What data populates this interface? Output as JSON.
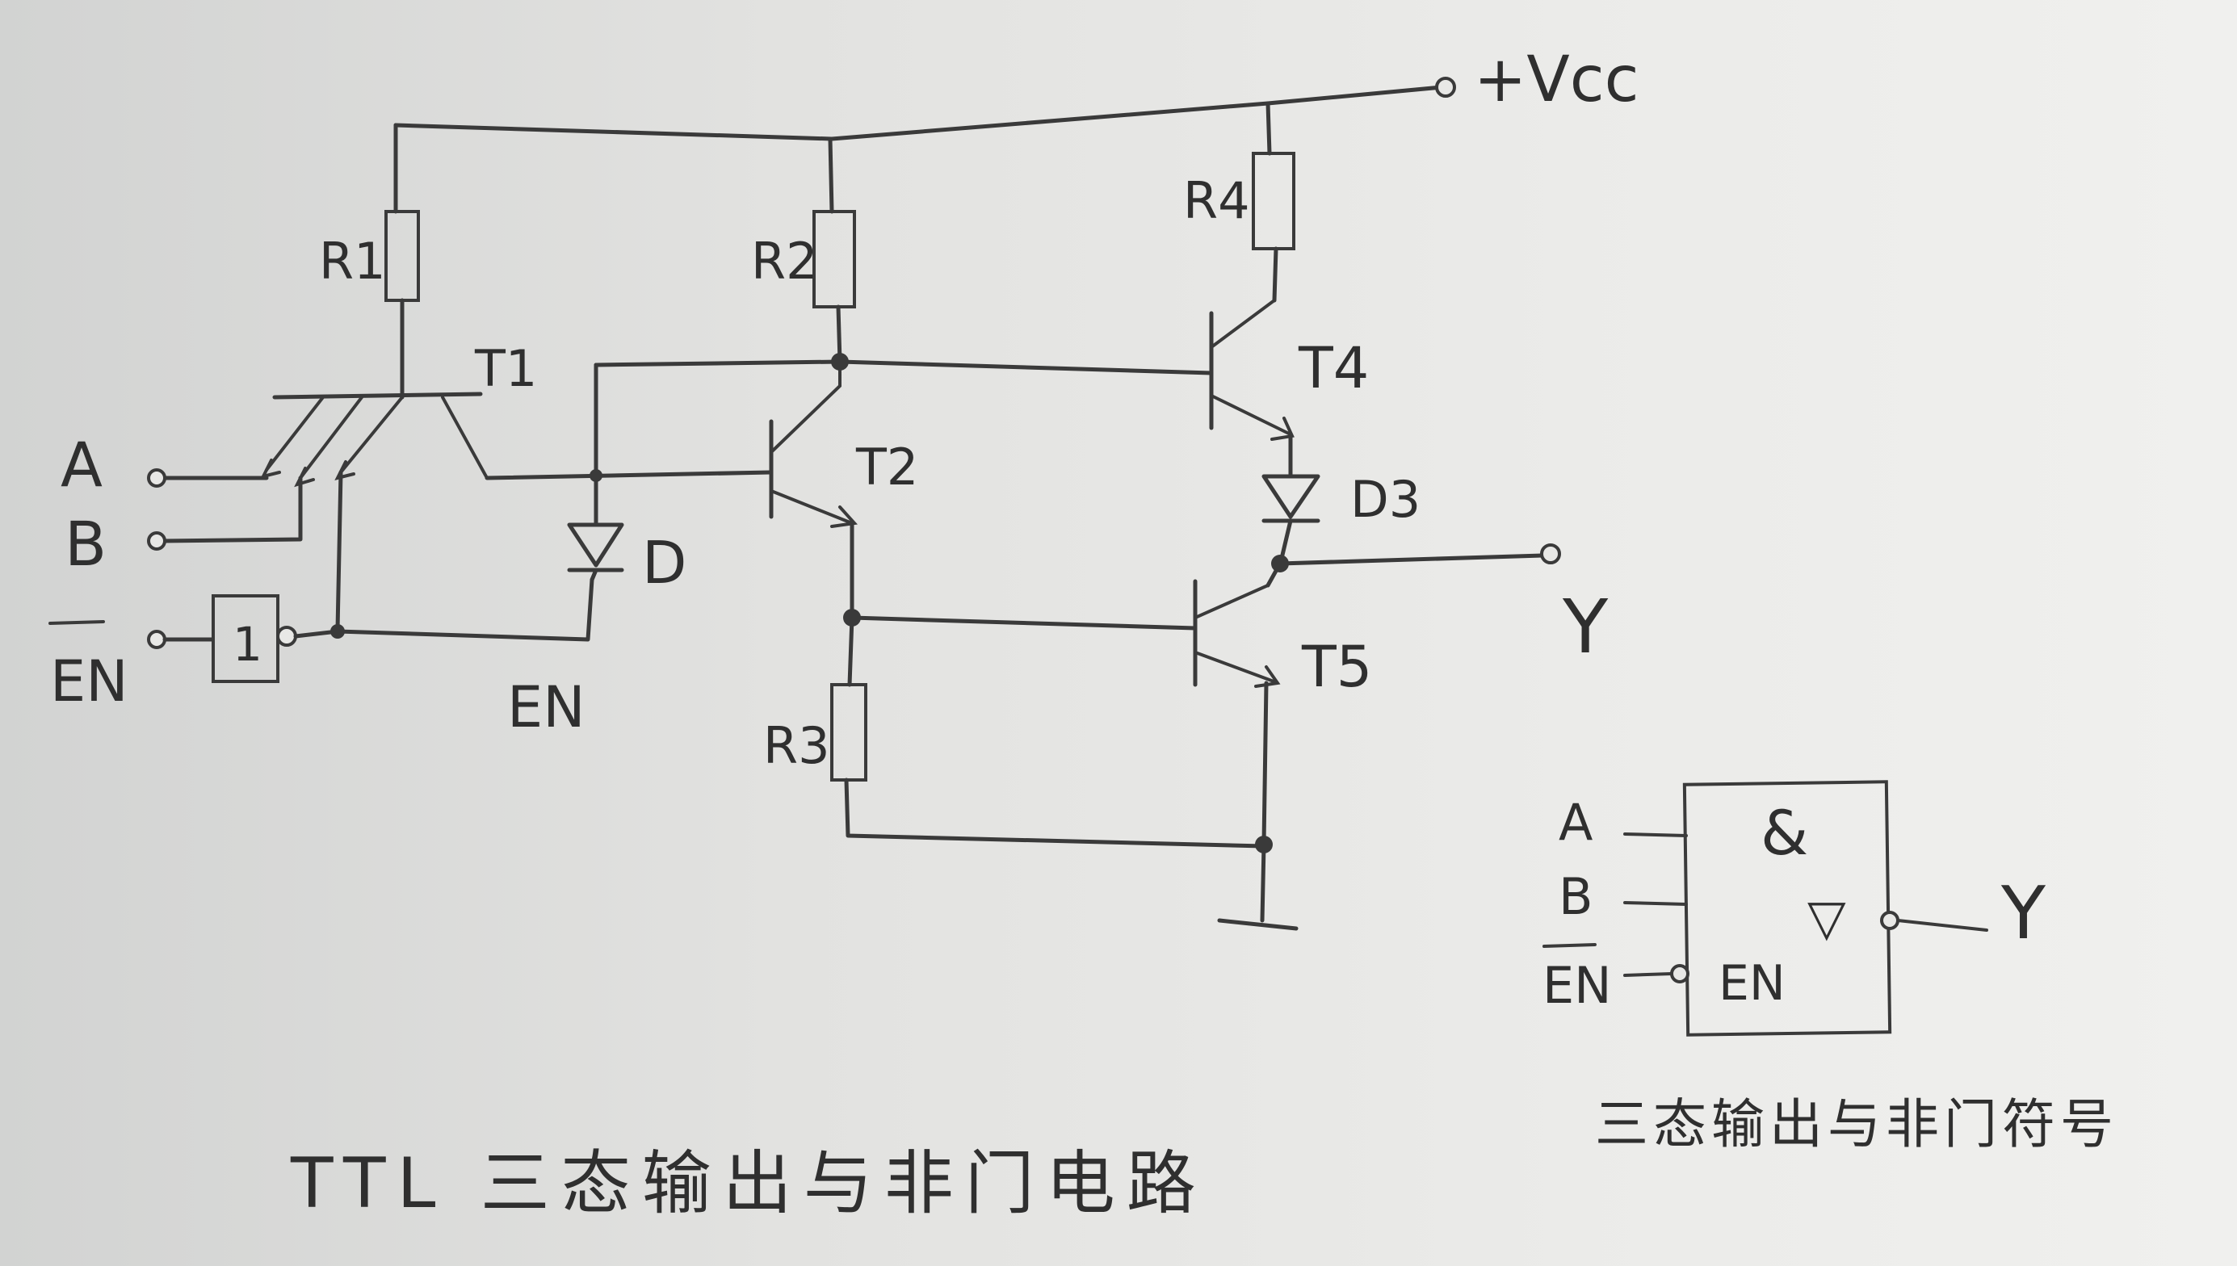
{
  "diagram": {
    "title": "TTL 三态输出与非门电路",
    "symbol_caption": "三态输出与非门符号",
    "supply": "+Vcc",
    "output": "Y",
    "inputs": [
      "A",
      "B",
      "EN"
    ],
    "enable_internal": "EN",
    "resistors": [
      "R1",
      "R2",
      "R3",
      "R4"
    ],
    "transistors": [
      "T1",
      "T2",
      "T4",
      "T5"
    ],
    "diodes": [
      "D",
      "D3"
    ],
    "inverter_label": "1",
    "symbol": {
      "inputs": [
        "A",
        "B",
        "EN"
      ],
      "gate_label": "&",
      "tristate_mark": "▽",
      "enable_label": "EN",
      "output": "Y"
    }
  }
}
